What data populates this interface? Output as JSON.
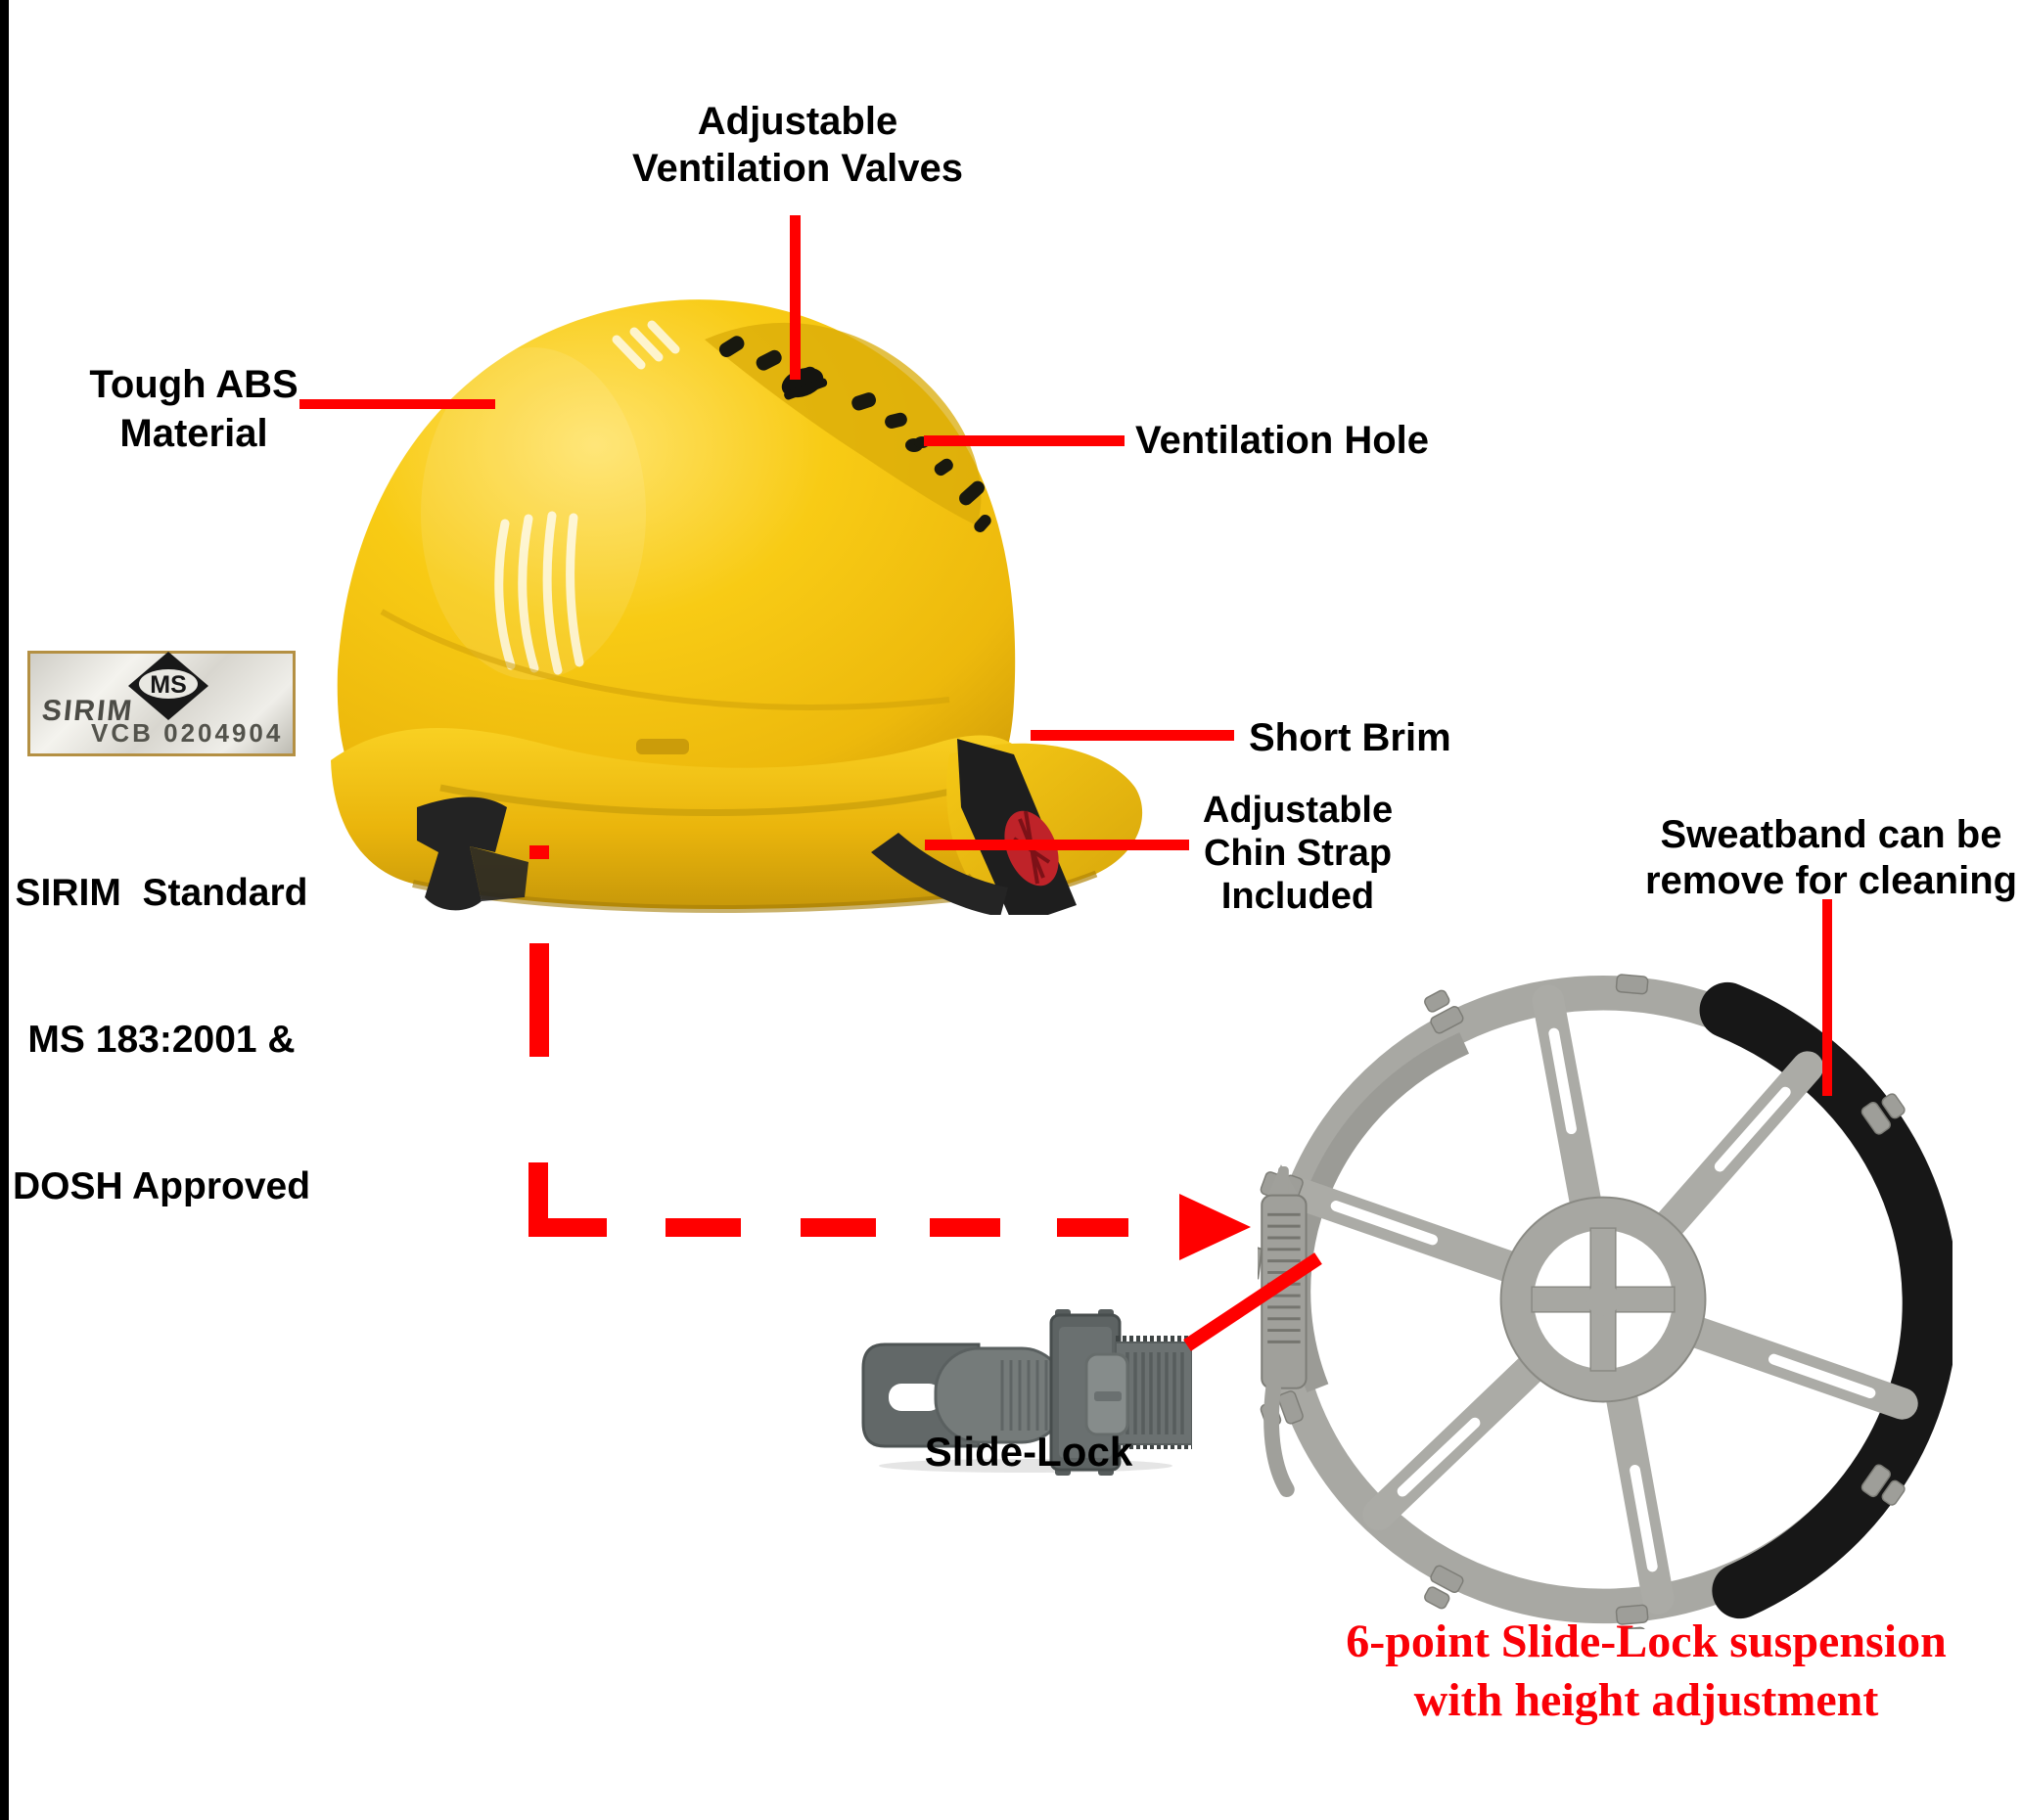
{
  "colors": {
    "annotation_red": "#ff0000",
    "title_red": "#fa0007",
    "helmet_yellow": "#f5c60e",
    "harness_gray": "#a3a39e",
    "sweatband_black": "#171717",
    "label_black": "#000000"
  },
  "annotations": {
    "ventilation_valves": {
      "lines": [
        "Adjustable",
        "Ventilation Valves"
      ]
    },
    "tough_abs": {
      "lines": [
        "Tough ABS",
        "Material"
      ]
    },
    "ventilation_hole": {
      "label": "Ventilation Hole"
    },
    "short_brim": {
      "label": "Short Brim"
    },
    "chin_strap": {
      "lines": [
        "Adjustable",
        "Chin Strap",
        "Included"
      ]
    },
    "sweatband": {
      "lines": [
        "Sweatband can be",
        "remove for cleaning"
      ]
    },
    "slide_lock": {
      "label": "Slide-Lock"
    },
    "suspension_title": {
      "lines": [
        "6-point Slide-Lock suspension",
        "with height adjustment"
      ]
    }
  },
  "certification": {
    "sticker": {
      "brand": "SIRIM",
      "logo": "MS",
      "serial": "VCB 0204904"
    },
    "caption_lines": [
      "SIRIM  Standard",
      "MS 183:2001 &",
      "DOSH Approved"
    ]
  }
}
